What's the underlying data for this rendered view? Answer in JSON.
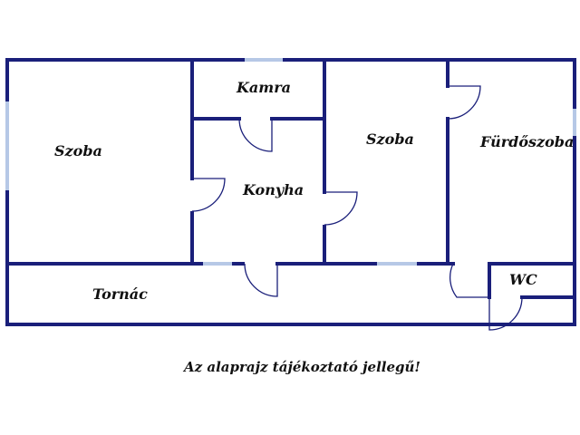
{
  "rooms": {
    "szoba_left": "Szoba",
    "kamra": "Kamra",
    "konyha": "Konyha",
    "szoba_middle": "Szoba",
    "furdoszoba": "Fürdőszoba",
    "wc": "WC",
    "tornac": "Tornác"
  },
  "note": "Az alaprajz tájékoztató jellegű!",
  "colors": {
    "wall": "#1a1f7a",
    "window": "#b6c8e6"
  }
}
